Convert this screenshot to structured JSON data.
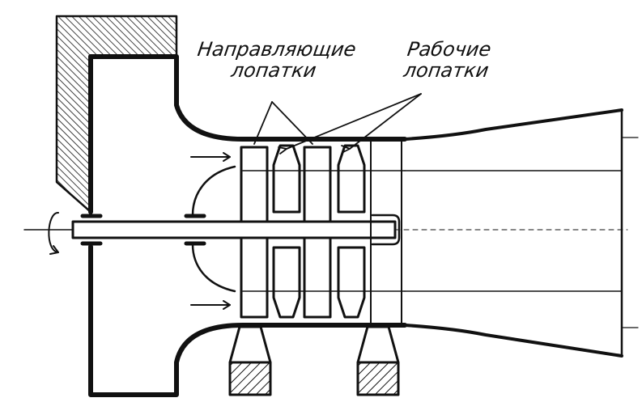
{
  "labels": {
    "guide_vanes": [
      "Направляющие",
      "лопатки"
    ],
    "working_blades": [
      "Рабочие",
      "лопатки"
    ]
  },
  "colors": {
    "ink": "#111111",
    "paper": "#ffffff"
  }
}
